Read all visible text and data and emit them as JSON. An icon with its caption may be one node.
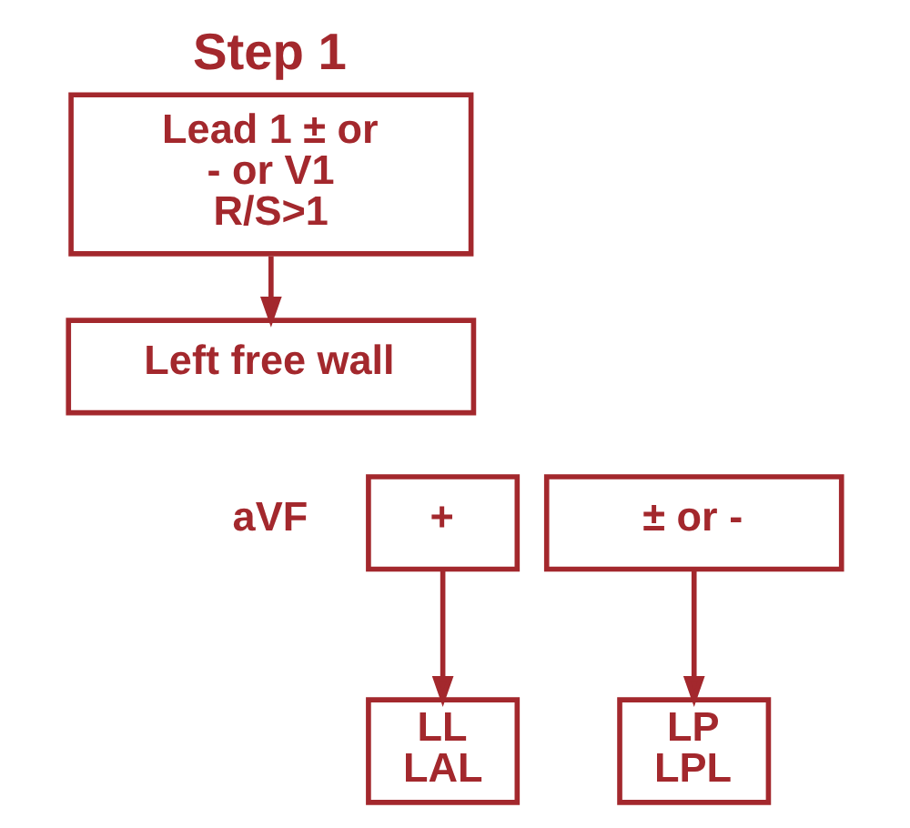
{
  "diagram": {
    "nodes": [
      {
        "text": [
          "Step 1",
          "Lead 1 ± or - or V1 R/S>1"
        ]
      },
      {
        "text": [
          "Left free wall"
        ]
      },
      {
        "text": [
          "+"
        ]
      },
      {
        "text": [
          "± or -"
        ]
      },
      {
        "text": [
          "LL LAL"
        ]
      },
      {
        "text": [
          "LP LPL"
        ]
      }
    ],
    "edges": [
      {
        "from": 0,
        "to": 1,
        "arrow": "to"
      },
      {
        "from": 2,
        "to": 4,
        "arrow": "to"
      },
      {
        "from": 3,
        "to": 5,
        "arrow": "to"
      }
    ],
    "labels": [
      "aVF"
    ]
  }
}
